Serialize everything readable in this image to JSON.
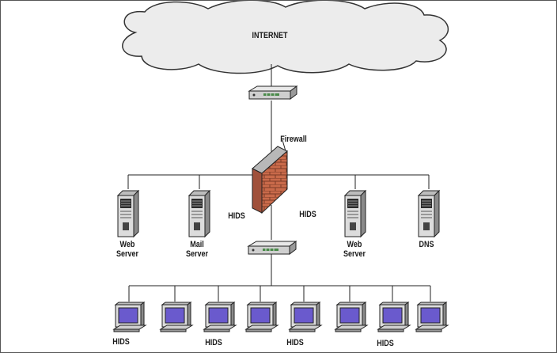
{
  "internet": {
    "label": "INTERNET"
  },
  "firewall": {
    "label": "Firewall"
  },
  "servers": [
    {
      "line1": "Web",
      "line2": "Server"
    },
    {
      "line1": "Mail",
      "line2": "Server"
    },
    {
      "line1": "Web",
      "line2": "Server"
    },
    {
      "line1": "DNS",
      "line2": ""
    }
  ],
  "hids_label": "HIDS",
  "workstation_labels": [
    "HIDS",
    "HIDS",
    "HIDS",
    "HIDS"
  ],
  "colors": {
    "brick": "#c96a4a",
    "mortar": "#7a3b26",
    "device": "#d9d9d9",
    "screen": "#6a5acd",
    "line": "#222222"
  }
}
